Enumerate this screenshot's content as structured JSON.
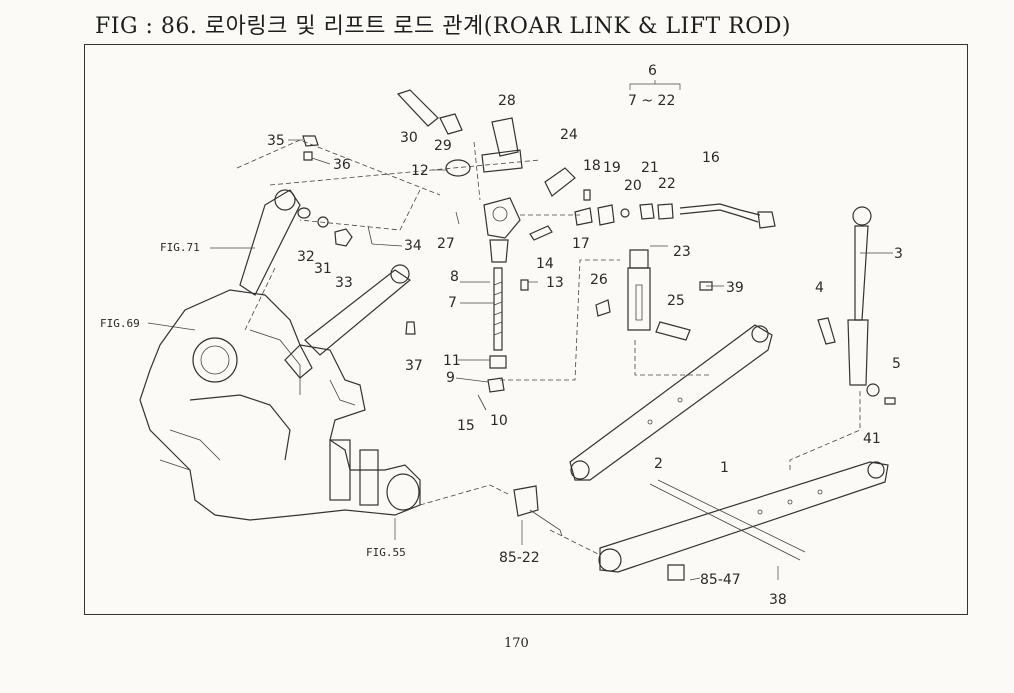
{
  "header": {
    "title": "FIG : 86. 로아링크 및 리프트 로드 관계(ROAR LINK & LIFT ROD)"
  },
  "footer": {
    "page_number": "170"
  },
  "callouts": {
    "p1": "1",
    "p2": "2",
    "p3": "3",
    "p4": "4",
    "p5": "5",
    "p6": "6",
    "p6_range": "7 ~ 22",
    "p7": "7",
    "p8": "8",
    "p9": "9",
    "p10": "10",
    "p11": "11",
    "p12": "12",
    "p13": "13",
    "p14": "14",
    "p15": "15",
    "p16": "16",
    "p17": "17",
    "p18": "18",
    "p19": "19",
    "p20": "20",
    "p21": "21",
    "p22": "22",
    "p23": "23",
    "p24": "24",
    "p25": "25",
    "p26": "26",
    "p27": "27",
    "p28": "28",
    "p29": "29",
    "p30": "30",
    "p31": "31",
    "p32": "32",
    "p33": "33",
    "p34": "34",
    "p35": "35",
    "p36": "36",
    "p37": "37",
    "p38": "38",
    "p39": "39",
    "p41": "41",
    "p85_22": "85-22",
    "p85_47": "85-47"
  },
  "fig_refs": {
    "fig71": "FIG.71",
    "fig69": "FIG.69",
    "fig55": "FIG.55"
  }
}
